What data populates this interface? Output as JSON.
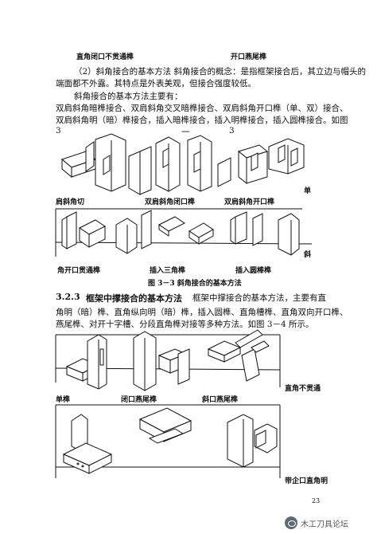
{
  "top_captions": {
    "left": "直角闭口不贯通榫",
    "right": "开口燕尾榫"
  },
  "intro": {
    "line1": "（2）斜角接合的基本方法  斜角接合的概念：是指框架接合后，其立边与帽头的",
    "line2": "端面都不外露。其特点是外表美观，但接合强度较低。",
    "line3": "斜角接合的基本方法主要有：",
    "line4": "双肩斜角暗榫接合、双肩斜角交叉暗榫接合、双肩斜角开口榫（单、双）接合、",
    "line5": "双肩斜角明（暗）榫接合，插入暗榫接合，插入明榫接合，插入圆榫接合。如图"
  },
  "fig33": {
    "marker_left": "3",
    "marker_mid": "一",
    "marker_right": "3",
    "row1": {
      "left": "肩斜角切",
      "mid": "双肩斜角闭口榫",
      "right": "双肩斜角开口榫",
      "edge": "单"
    },
    "edge_row2": "斜",
    "row2": {
      "left": "角开口贯通榫",
      "mid": "插入三角榫",
      "right": "插入圆棒榫"
    },
    "caption": "图 3－3    斜角接合的基本方法"
  },
  "section": {
    "number": "3.2.3",
    "title": "框架中撑接合的基本方法",
    "line1_tail": "框架中撑接合的基本方法，主要有直",
    "line2": "角明（暗）榫、直角纵向明（暗）榫，插入圆榫、直角槽榫、直角双向开口榫、",
    "line3": "燕尾榫、对开十字槽、分段直角榫对接等多种方法。如图 3－4 所示。"
  },
  "fig34": {
    "row1": {
      "a": "单榫",
      "b": "闭口燕尾榫",
      "c": "斜口燕尾榫",
      "edge": "直角不贯通"
    },
    "row2": {
      "edge": "带企口直角明"
    }
  },
  "page_number": "23",
  "watermark": "木工刀具论坛"
}
